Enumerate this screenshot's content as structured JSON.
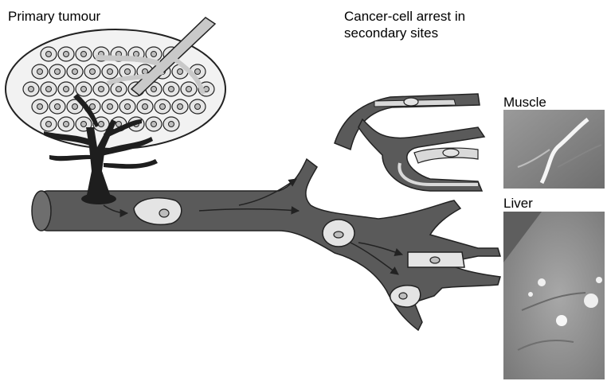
{
  "labels": {
    "primary_tumour": "Primary tumour",
    "arrest_line1": "Cancer-cell arrest in",
    "arrest_line2": "secondary sites",
    "muscle": "Muscle",
    "liver": "Liver"
  },
  "colors": {
    "vessel_dark": "#5a5a5a",
    "vessel_light": "#d9d9d9",
    "cell_fill": "#e4e4e4",
    "outline": "#222222",
    "micrograph_bg": "#8a8a8a"
  }
}
